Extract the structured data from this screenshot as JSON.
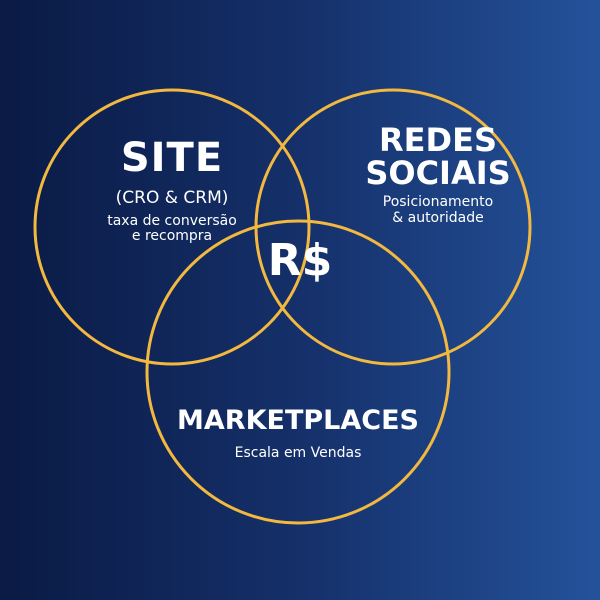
{
  "colors": {
    "background_left": "#0a1a44",
    "background_right": "#24529a",
    "ring_stroke": "#f2b840",
    "text": "#ffffff"
  },
  "circles": [
    {
      "title": "SITE",
      "subtitle": "(CRO & CRM)",
      "description_line1": "taxa de conversão",
      "description_line2": "e recompra"
    },
    {
      "title_line1": "REDES",
      "title_line2": "SOCIAIS",
      "description_line1": "Posicionamento",
      "description_line2": "& autoridade"
    },
    {
      "title": "MARKETPLACES",
      "description": "Escala em Vendas"
    }
  ],
  "center_label": "R$"
}
